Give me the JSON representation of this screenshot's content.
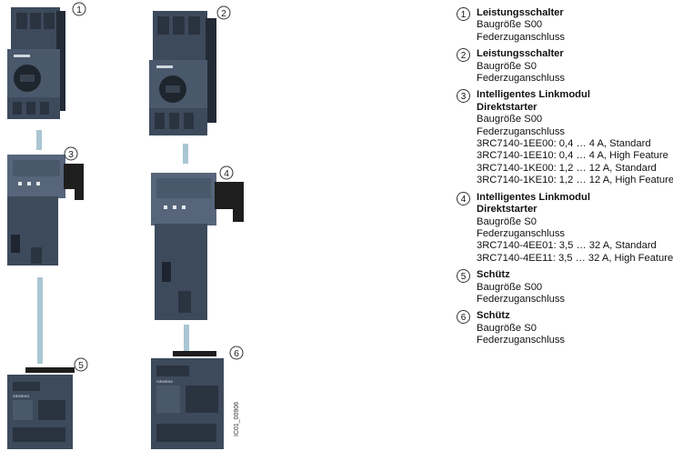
{
  "callouts": [
    "1",
    "2",
    "3",
    "4",
    "5",
    "6"
  ],
  "side_code": "IC01_00906",
  "device_labels": {
    "s00": "SIEMENS",
    "s0": "SIEMENS"
  },
  "legend": [
    {
      "num": "1",
      "title": [
        "Leistungsschalter"
      ],
      "lines": [
        "Baugröße S00",
        "Federzuganschluss"
      ]
    },
    {
      "num": "2",
      "title": [
        "Leistungsschalter"
      ],
      "lines": [
        "Baugröße S0",
        "Federzuganschluss"
      ]
    },
    {
      "num": "3",
      "title": [
        "Intelligentes Linkmodul",
        "Direktstarter"
      ],
      "lines": [
        "Baugröße S00",
        "Federzuganschluss",
        "3RC7140-1EE00: 0,4 … 4 A, Standard",
        "3RC7140-1EE10: 0,4 … 4 A, High Feature",
        "3RC7140-1KE00: 1,2 … 12 A, Standard",
        "3RC7140-1KE10: 1,2 … 12 A, High Feature"
      ]
    },
    {
      "num": "4",
      "title": [
        "Intelligentes Linkmodul",
        "Direktstarter"
      ],
      "lines": [
        "Baugröße S0",
        "Federzuganschluss",
        "3RC7140-4EE01: 3,5 … 32 A, Standard",
        "3RC7140-4EE11: 3,5 … 32 A, High Feature"
      ]
    },
    {
      "num": "5",
      "title": [
        "Schütz"
      ],
      "lines": [
        "Baugröße S00",
        "Federzuganschluss"
      ]
    },
    {
      "num": "6",
      "title": [
        "Schütz"
      ],
      "lines": [
        "Baugröße S0",
        "Federzuganschluss"
      ]
    }
  ],
  "colors": {
    "device_body": "#3d4a5c",
    "device_dark": "#2a3340",
    "device_light": "#56657a",
    "connector": "#a9c6d3",
    "bracket": "#1e1e1e"
  }
}
